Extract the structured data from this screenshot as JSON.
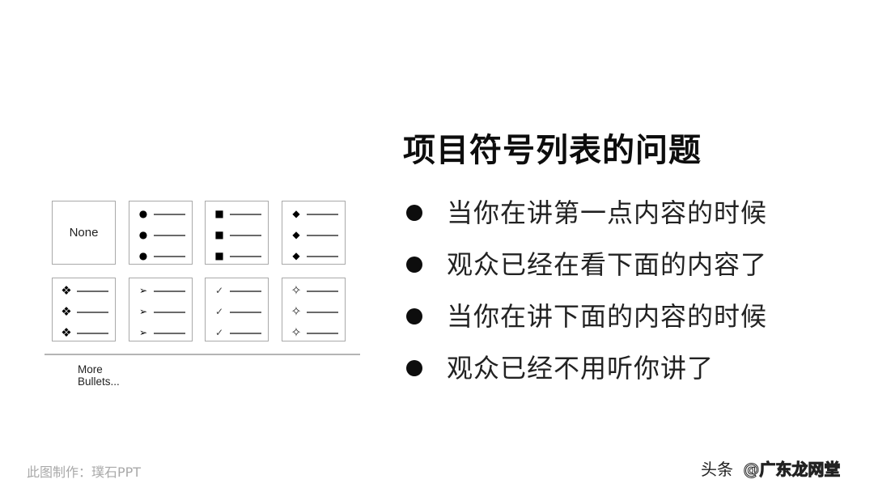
{
  "slide": {
    "title": "项目符号列表的问题",
    "bullets": [
      "当你在讲第一点内容的时候",
      "观众已经在看下面的内容了",
      "当你在讲下面的内容的时候",
      "观众已经不用听你讲了"
    ],
    "bullet_icon": "filled-circle"
  },
  "bullet_gallery": {
    "options": [
      {
        "type": "none",
        "label": "None"
      },
      {
        "type": "filled-round",
        "glyph": "●"
      },
      {
        "type": "filled-square",
        "glyph": "■"
      },
      {
        "type": "filled-diamond",
        "glyph": "◆"
      },
      {
        "type": "four-diamond",
        "glyph": "❖"
      },
      {
        "type": "arrowhead",
        "glyph": "➢"
      },
      {
        "type": "checkmark",
        "glyph": "✓"
      },
      {
        "type": "star-outline",
        "glyph": "✧"
      }
    ],
    "more_label": "More Bullets..."
  },
  "footer": {
    "credit": "此图制作：璞石PPT",
    "watermark_source": "头条",
    "watermark_handle": "@广东龙网堂"
  },
  "colors": {
    "background": "#ffffff",
    "title": "#0d0d0d",
    "body_text": "#222222",
    "box_border": "#a9a9a9",
    "credit_text": "#a9a9a9"
  }
}
